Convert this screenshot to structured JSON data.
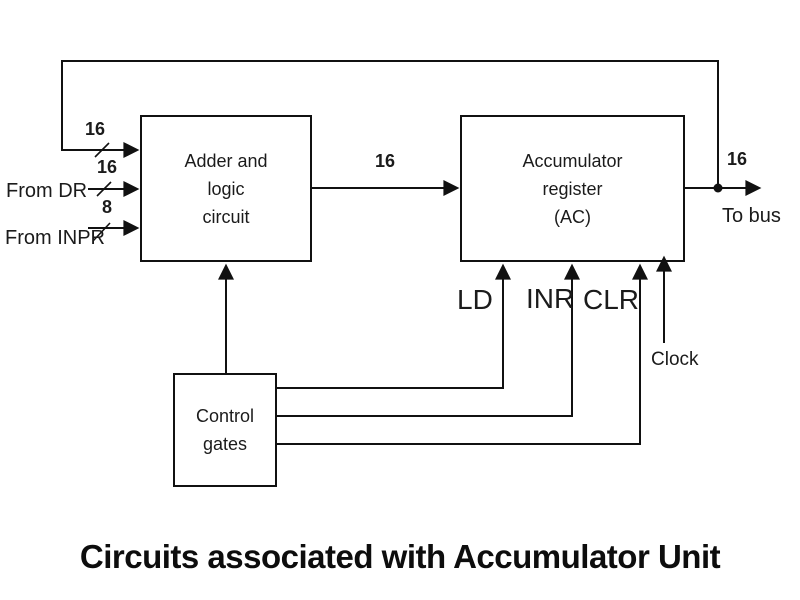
{
  "title": "Circuits associated with Accumulator Unit",
  "boxes": {
    "adder": {
      "label": "Adder and\nlogic\ncircuit"
    },
    "accumulator": {
      "label": "Accumulator\nregister\n(AC)"
    },
    "control_gates": {
      "label": "Control\ngates"
    }
  },
  "inputs": {
    "feedback_bus_width": "16",
    "from_dr": {
      "label": "From DR",
      "bus_width": "16"
    },
    "from_inpr": {
      "label": "From INPR",
      "bus_width": "8"
    }
  },
  "adder_to_ac_bus_width": "16",
  "output": {
    "bus_width": "16",
    "label": "To bus"
  },
  "control_signals": {
    "ld": "LD",
    "inr": "INR",
    "clr": "CLR"
  },
  "clock_label": "Clock",
  "colors": {
    "line": "#111111",
    "background": "#ffffff",
    "text": "#1b1b1b"
  }
}
